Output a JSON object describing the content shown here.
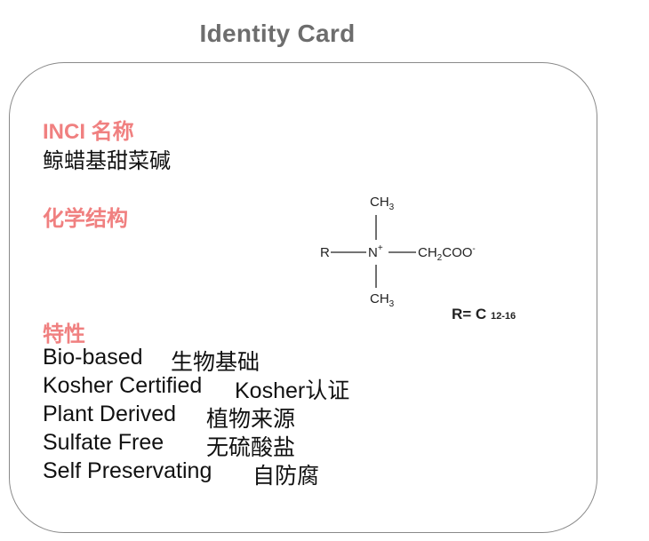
{
  "title": "Identity Card",
  "inci": {
    "label": "INCI 名称",
    "value": "鲸蜡基甜菜碱"
  },
  "structure": {
    "label": "化学结构",
    "atoms": {
      "r": "R",
      "n": "N",
      "charge_plus": "+",
      "ch3_top": "CH",
      "ch3_top_sub": "3",
      "ch3_bottom": "CH",
      "ch3_bottom_sub": "3",
      "ch2": "CH",
      "ch2_sub": "2",
      "coo": "COO",
      "charge_minus": "-"
    },
    "r_range_prefix": "R= C",
    "r_range_sub": "12-16"
  },
  "traits": {
    "label": "特性",
    "items": [
      {
        "en": "Bio-based",
        "cn": "生物基础"
      },
      {
        "en": "Kosher Certified",
        "cn": "Kosher认证"
      },
      {
        "en": "Plant Derived",
        "cn": "植物来源"
      },
      {
        "en": "Sulfate Free",
        "cn": "无硫酸盐"
      },
      {
        "en": "Self Preservating",
        "cn": "自防腐"
      }
    ]
  }
}
